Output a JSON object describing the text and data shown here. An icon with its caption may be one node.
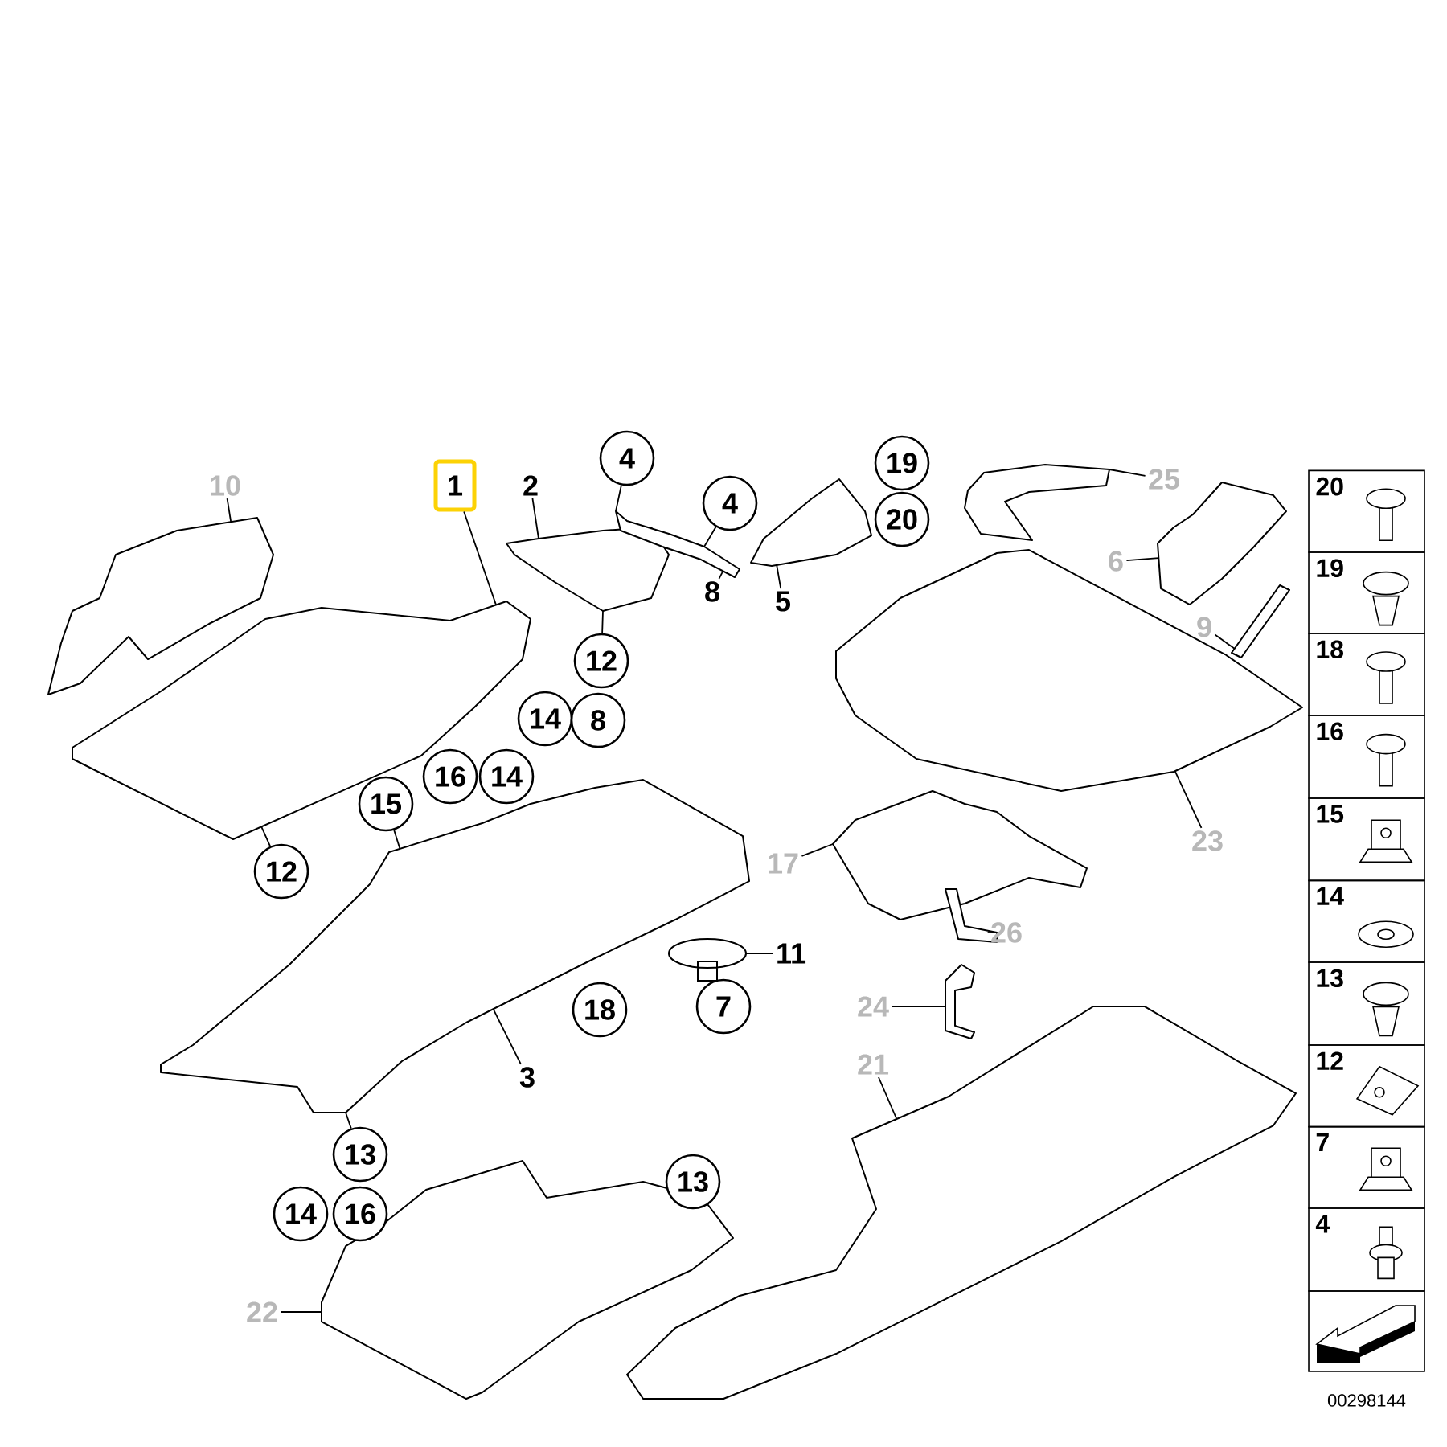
{
  "diagram": {
    "nodes": [
      {
        "text": [
          "10"
        ]
      },
      {
        "text": [
          "1"
        ]
      },
      {
        "text": [
          "2"
        ]
      },
      {
        "text": [
          "4"
        ]
      },
      {
        "text": [
          "4"
        ]
      },
      {
        "text": [
          "8"
        ]
      },
      {
        "text": [
          "19"
        ]
      },
      {
        "text": [
          "20"
        ]
      },
      {
        "text": [
          "5"
        ]
      },
      {
        "text": [
          "25"
        ]
      },
      {
        "text": [
          "6"
        ]
      },
      {
        "text": [
          "9"
        ]
      },
      {
        "text": [
          "12"
        ]
      },
      {
        "text": [
          "14"
        ]
      },
      {
        "text": [
          "8"
        ]
      },
      {
        "text": [
          "23"
        ]
      },
      {
        "text": [
          "16"
        ]
      },
      {
        "text": [
          "14"
        ]
      },
      {
        "text": [
          "15"
        ]
      },
      {
        "text": [
          "12"
        ]
      },
      {
        "text": [
          "17"
        ]
      },
      {
        "text": [
          "11"
        ]
      },
      {
        "text": [
          "26"
        ]
      },
      {
        "text": [
          "18"
        ]
      },
      {
        "text": [
          "7"
        ]
      },
      {
        "text": [
          "24"
        ]
      },
      {
        "text": [
          "3"
        ]
      },
      {
        "text": [
          "21"
        ]
      },
      {
        "text": [
          "13"
        ]
      },
      {
        "text": [
          "14"
        ]
      },
      {
        "text": [
          "16"
        ]
      },
      {
        "text": [
          "13"
        ]
      },
      {
        "text": [
          "22"
        ]
      },
      {
        "text": [],
        "shape": "picture"
      },
      {
        "text": [],
        "shape": "picture"
      },
      {
        "text": [],
        "shape": "picture"
      },
      {
        "text": [],
        "shape": "picture"
      },
      {
        "text": [],
        "shape": "picture"
      },
      {
        "text": [],
        "shape": "picture"
      },
      {
        "text": [],
        "shape": "picture"
      },
      {
        "text": [],
        "shape": "picture"
      },
      {
        "text": [],
        "shape": "picture"
      },
      {
        "text": [],
        "shape": "picture"
      },
      {
        "text": [],
        "shape": "picture"
      },
      {
        "text": [],
        "shape": "picture"
      },
      {
        "text": [],
        "shape": "picture"
      },
      {
        "text": [],
        "shape": "picture"
      },
      {
        "text": [],
        "shape": "picture"
      },
      {
        "text": [],
        "shape": "picture"
      }
    ],
    "edges": [
      {
        "from": 0,
        "to": 33,
        "arrow": "none"
      },
      {
        "from": 1,
        "to": 34,
        "arrow": "none"
      },
      {
        "from": 2,
        "to": 35,
        "arrow": "none"
      },
      {
        "from": 3,
        "to": 36,
        "arrow": "none"
      },
      {
        "from": 4,
        "to": 36,
        "arrow": "none"
      },
      {
        "from": 5,
        "to": 36,
        "arrow": "none"
      },
      {
        "from": 8,
        "to": 37,
        "arrow": "none"
      },
      {
        "from": 9,
        "to": 38,
        "arrow": "none"
      },
      {
        "from": 10,
        "to": 39,
        "arrow": "none"
      },
      {
        "from": 11,
        "to": 40,
        "arrow": "none"
      },
      {
        "from": 12,
        "to": 35,
        "arrow": "none"
      },
      {
        "from": 15,
        "to": 41,
        "arrow": "none"
      },
      {
        "from": 18,
        "to": 45,
        "arrow": "none"
      },
      {
        "from": 19,
        "to": 34,
        "arrow": "none"
      },
      {
        "from": 20,
        "to": 42,
        "arrow": "none"
      },
      {
        "from": 21,
        "to": 48,
        "arrow": "none"
      },
      {
        "from": 22,
        "to": 43,
        "arrow": "none"
      },
      {
        "from": 25,
        "to": 44,
        "arrow": "none"
      },
      {
        "from": 26,
        "to": 45,
        "arrow": "none"
      },
      {
        "from": 27,
        "to": 47,
        "arrow": "none"
      },
      {
        "from": 28,
        "to": 45,
        "arrow": "none"
      },
      {
        "from": 32,
        "to": 46,
        "arrow": "none"
      }
    ],
    "labels": [
      "20",
      "19",
      "18",
      "16",
      "15",
      "14",
      "13",
      "12",
      "7",
      "4",
      "00298144"
    ]
  }
}
